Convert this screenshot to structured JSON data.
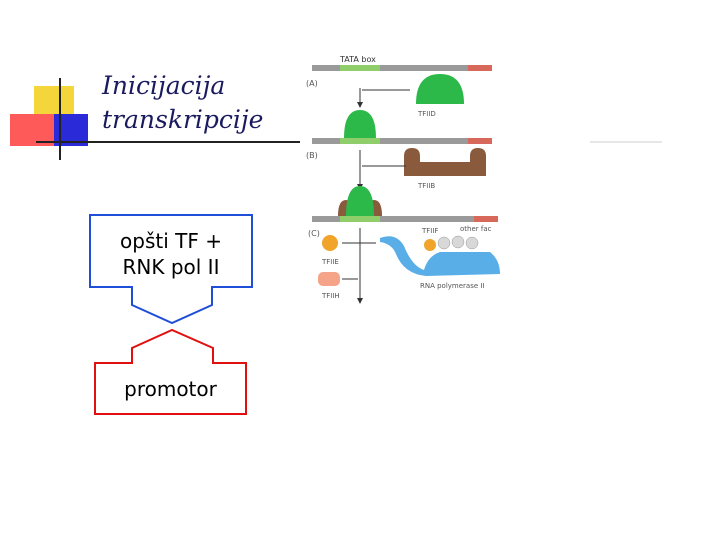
{
  "title": {
    "line1": "Inicijacija",
    "line2": "transkripcije"
  },
  "boxes": {
    "top": {
      "line1": "opšti TF +",
      "line2": "RNK pol II"
    },
    "bottom": {
      "label": "promotor"
    }
  },
  "figure": {
    "dna_label": "TATA box",
    "panel_a": "(A)",
    "panel_b": "(B)",
    "panel_c": "(C)",
    "tfiid": "TFIID",
    "tfiib": "TFIIB",
    "tfiie": "TFIIE",
    "tfiih": "TFIIH",
    "tfiif": "TFIIF",
    "other": "other fac",
    "rnapol": "RNA polymerase II"
  },
  "colors": {
    "accent_blue": "#1f4fd8",
    "accent_red": "#e01010",
    "title_blue": "#1a1a5e",
    "tfiid_green": "#2db84a",
    "tfiib_brown": "#8a5a3c",
    "rnapol_blue": "#5aaee8",
    "tfiie_orange": "#f0a42a",
    "tfiih_salmon": "#f5a48a",
    "dna_gray": "#9a9a9a",
    "tata_green": "#8fce6a",
    "dna_end_red": "#d8685a"
  }
}
